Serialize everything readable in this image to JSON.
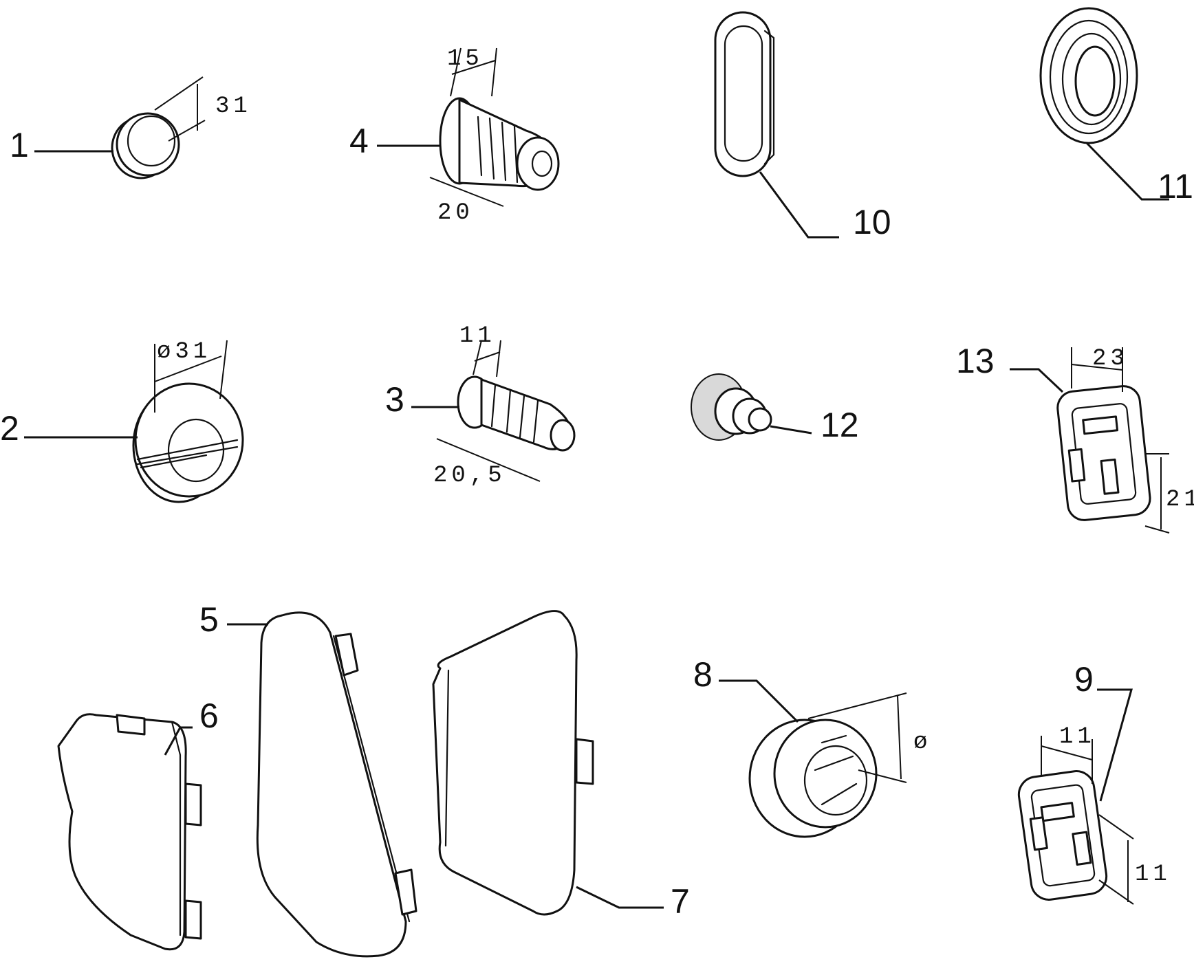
{
  "callouts": {
    "c1": "1",
    "c2": "2",
    "c3": "3",
    "c4": "4",
    "c5": "5",
    "c6": "6",
    "c7": "7",
    "c8": "8",
    "c9": "9",
    "c10": "10",
    "c11": "11",
    "c12": "12",
    "c13": "13"
  },
  "dimensions": {
    "part1_height": "31",
    "part4_top": "15",
    "part4_length": "20",
    "part2_diameter": "ø31",
    "part3_top": "11",
    "part3_length": "20,5",
    "part13_width": "23",
    "part13_height": "21",
    "part8_diameter": "ø",
    "part9_width": "11",
    "part9_height": "11"
  }
}
